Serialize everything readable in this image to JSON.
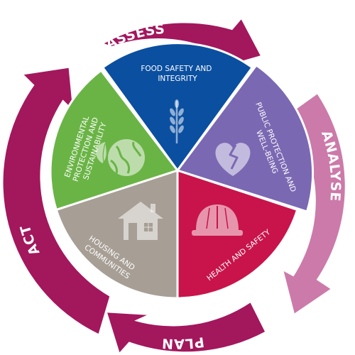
{
  "colors": {
    "ring_dark": "#a3175d",
    "ring_light": "#cc7aa9",
    "food": "#0b4fa0",
    "public": "#7b68b3",
    "health": "#c8144a",
    "housing": "#a79e95",
    "environment": "#6ab446"
  },
  "cycle": {
    "assess": "ASSESS",
    "analyse": "ANALYSE",
    "plan": "PLAN",
    "act": "ACT"
  },
  "segments": {
    "food": {
      "lines": [
        "FOOD SAFETY AND",
        "INTEGRITY"
      ],
      "icon": "wheat-icon"
    },
    "public": {
      "lines": [
        "PUBLIC PROTECTION AND",
        "WELL-BEING"
      ],
      "icon": "broken-heart-icon"
    },
    "health": {
      "lines": [
        "HEALTH AND SAFETY"
      ],
      "icon": "hard-hat-icon"
    },
    "housing": {
      "lines": [
        "HOUSING AND",
        "COMMUNITIES"
      ],
      "icon": "house-icon"
    },
    "environment": {
      "lines": [
        "ENVIRONMENTAL",
        "PROTECTION AND",
        "SUSTAINABILITY"
      ],
      "icon": "globe-leaf-icon"
    }
  }
}
